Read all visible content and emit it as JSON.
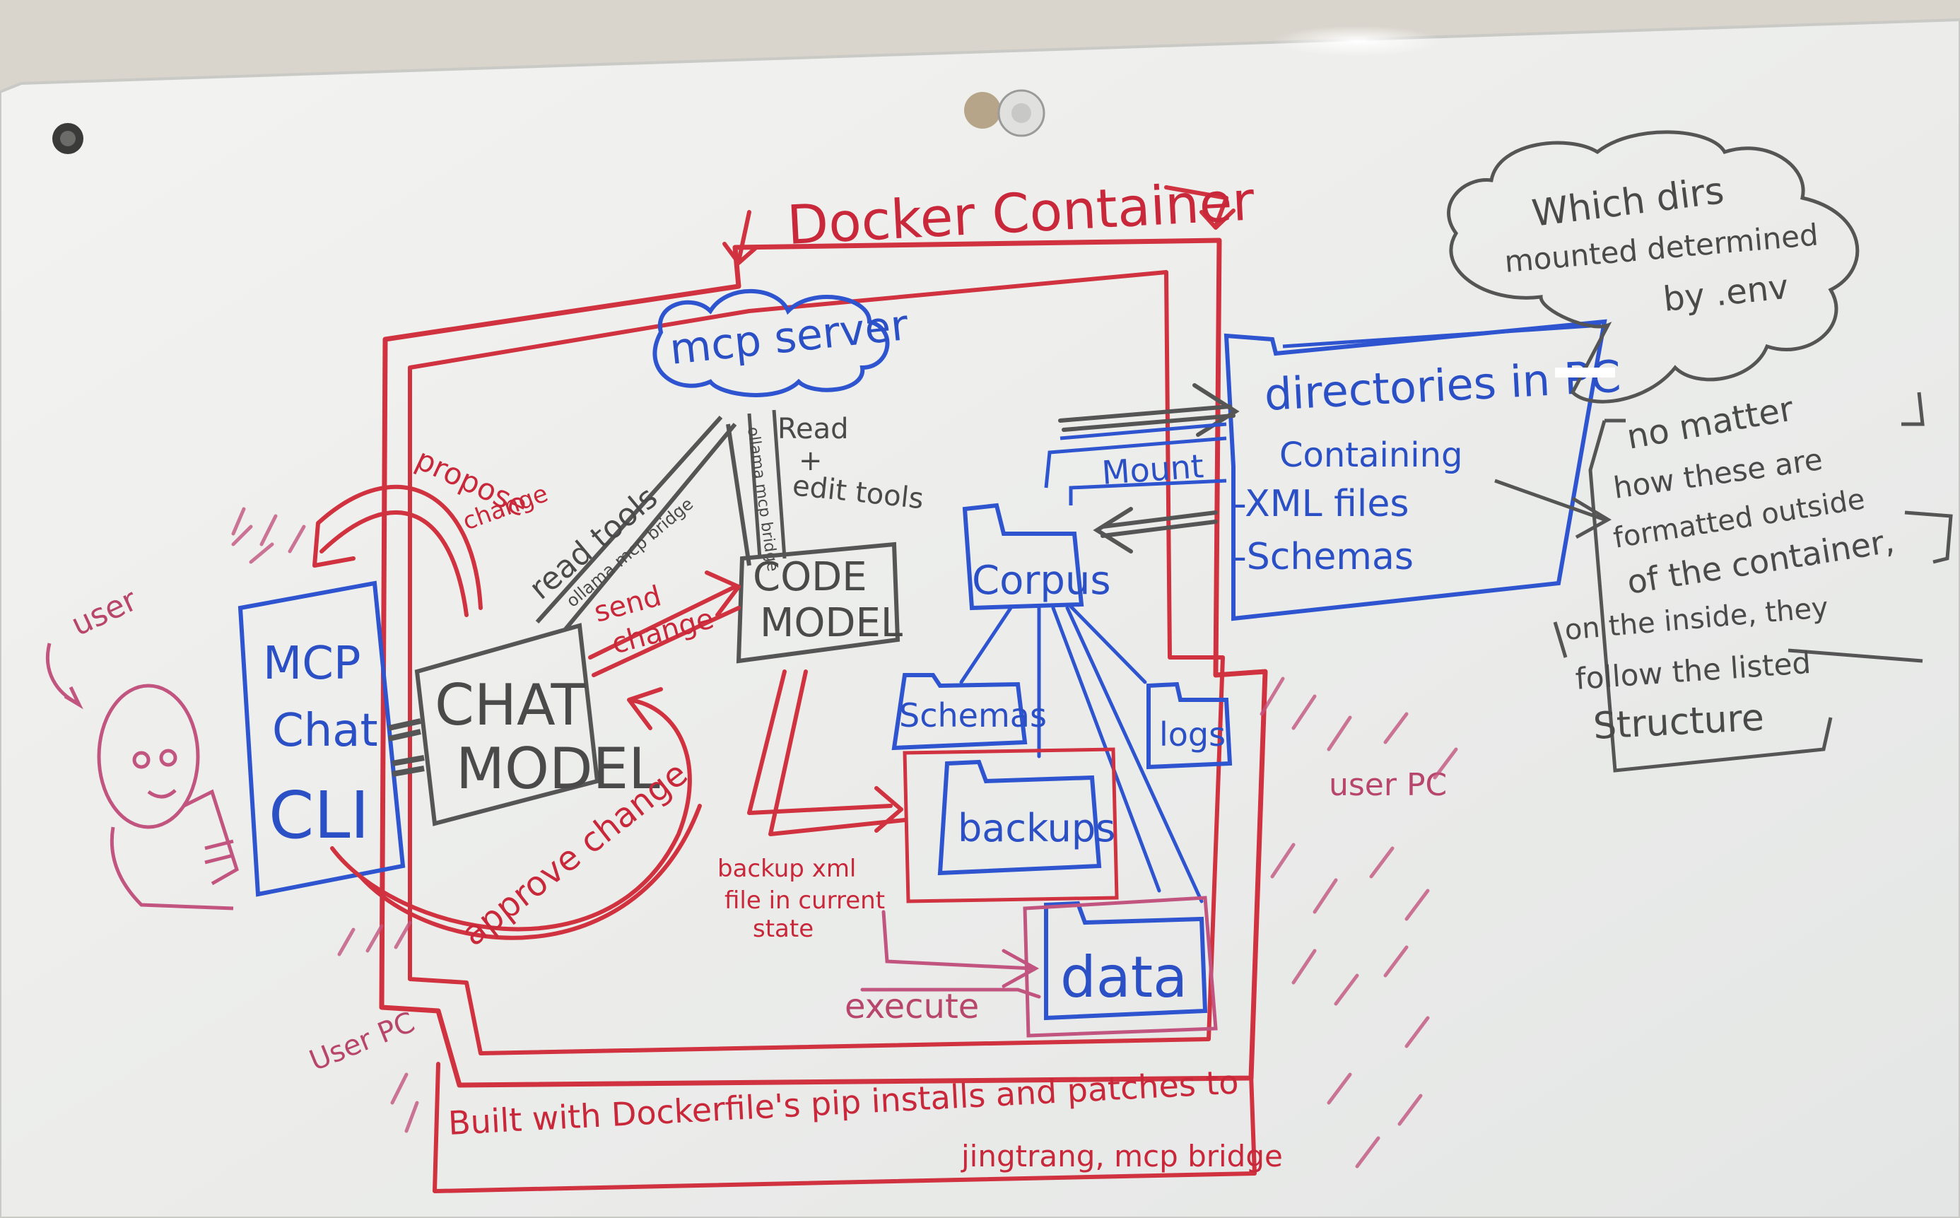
{
  "colors": {
    "red_marker": "#d0323f",
    "blue_marker": "#2e55cf",
    "black_marker": "#555555",
    "pink_marker": "#c25580",
    "board": "#eeeeec"
  },
  "labels": {
    "docker_container": "Docker Container",
    "mcp_server": "mcp server",
    "directories_in_pc": "directories in PC",
    "containing": "Containing",
    "xml_files": "-XML files",
    "schemas_list": "-Schemas",
    "mount": "Mount",
    "corpus": "Corpus",
    "schemas_folder": "Schemas",
    "logs_folder": "logs",
    "backups_folder": "backups",
    "data_folder": "data",
    "mcp_chat_cli_1": "MCP",
    "mcp_chat_cli_2": "Chat",
    "mcp_chat_cli_3": "CLI",
    "chat_model_1": "CHAT",
    "chat_model_2": "MODEL",
    "code_model_1": "CODE",
    "code_model_2": "MODEL",
    "read_tools": "read tools",
    "ollama_note_1": "ollama mcp bridge",
    "ollama_note_2": "ollama mcp bridge",
    "read_edit_1": "Read",
    "read_edit_2": "+",
    "read_edit_3": "edit tools",
    "propose_change_1": "propose",
    "propose_change_2": "change",
    "send_change_1": "send",
    "send_change_2": "change",
    "approve_change": "approve change",
    "backup_note_1": "backup xml",
    "backup_note_2": "file in current",
    "backup_note_3": "state",
    "execute": "execute",
    "user": "user",
    "user_pc_left": "User PC",
    "user_pc_right": "user PC",
    "built_with_1": "Built with Dockerfile's pip installs and patches to",
    "built_with_2": "jingtrang, mcp bridge",
    "cloud_note_1": "Which dirs",
    "cloud_note_2": "mounted determined",
    "cloud_note_3": "by .env",
    "no_matter_1": "no matter",
    "no_matter_2": "how these are",
    "no_matter_3": "formatted outside",
    "no_matter_4": "of the container,",
    "no_matter_5": "on the inside, they",
    "no_matter_6": "follow the listed",
    "no_matter_7": "Structure"
  }
}
